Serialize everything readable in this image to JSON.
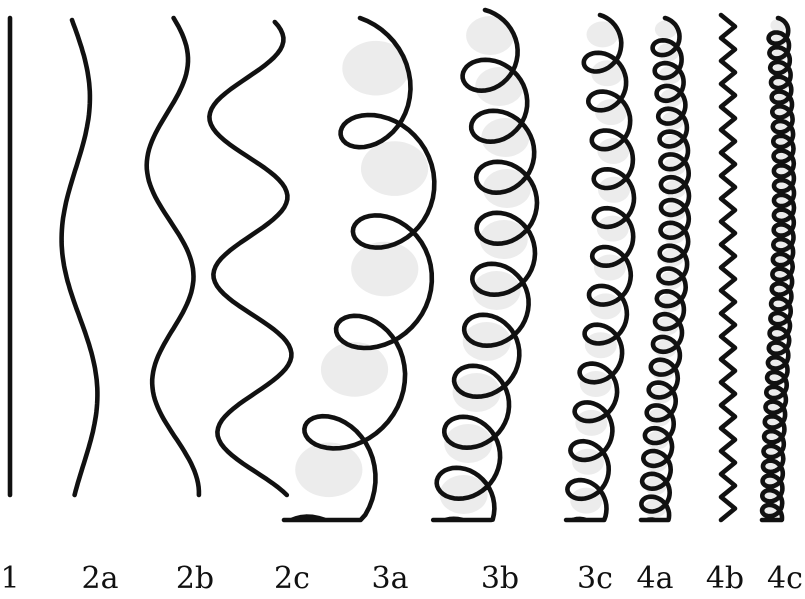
{
  "types": [
    {
      "label": "1",
      "pattern": "straight"
    },
    {
      "label": "2a",
      "pattern": "wavy"
    },
    {
      "label": "2b",
      "pattern": "wavy"
    },
    {
      "label": "2c",
      "pattern": "wavy"
    },
    {
      "label": "3a",
      "pattern": "curly"
    },
    {
      "label": "3b",
      "pattern": "curly"
    },
    {
      "label": "3c",
      "pattern": "curly"
    },
    {
      "label": "4a",
      "pattern": "coily"
    },
    {
      "label": "4b",
      "pattern": "zigzag"
    },
    {
      "label": "4c",
      "pattern": "coily"
    }
  ],
  "colors": {
    "stroke": "#111111",
    "loop_fill": "#ececec",
    "background": "#ffffff"
  }
}
